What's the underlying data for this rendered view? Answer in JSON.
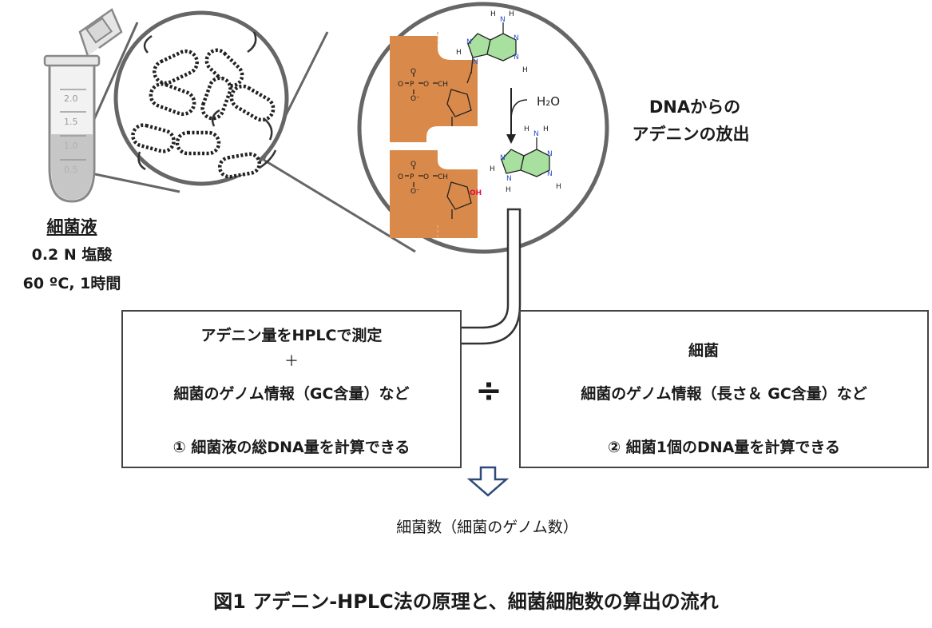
{
  "tube": {
    "marks": [
      "2.0",
      "1.5",
      "1.0",
      "0.5"
    ],
    "label": "細菌液",
    "cond1": "0.2 N 塩酸",
    "cond2": "60 ºC, 1時間"
  },
  "molecule": {
    "nh2_n": "N",
    "nh2_h1": "H",
    "nh2_h2": "H",
    "ring_n": "N",
    "ring_h": "H",
    "phosphate_p": "P",
    "phosphate_o": "O",
    "ch2": "CH",
    "oh": "OH",
    "water": "H₂O"
  },
  "release_label": [
    "DNAからの",
    "アデニンの放出"
  ],
  "left_box": {
    "line1": "アデニン量をHPLCで測定",
    "plus": "＋",
    "line2": "細菌のゲノム情報（GC含量）など",
    "result": "① 細菌液の総DNA量を計算できる"
  },
  "divide_symbol": "÷",
  "right_box": {
    "bacterium_label": "細菌",
    "line1": "細菌のゲノム情報（長さ＆ GC含量）など",
    "result": "② 細菌1個のDNA量を計算できる"
  },
  "final_result": "細菌数（細菌のゲノム数）",
  "caption": "図1 アデニン-HPLC法の原理と、細菌細胞数の算出の流れ",
  "colors": {
    "phosphate_backbone": "#d98a4a",
    "adenine_ring": "#a8e0a0",
    "nitrogen": "#2a50c8",
    "oxygen_hydroxyl": "#e0103a",
    "outline": "#555555",
    "arrow_outline": "#2f4a7a"
  }
}
